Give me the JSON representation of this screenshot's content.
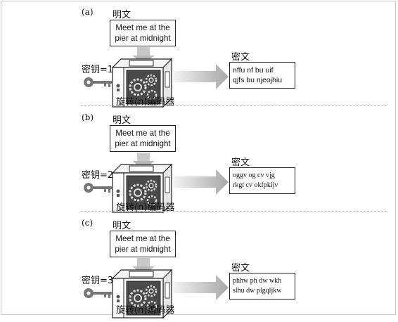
{
  "panels": [
    {
      "letter": "(a)",
      "plain_label": "明文",
      "plaintext": [
        "Meet me at the",
        "pier at midnight"
      ],
      "key_label": "密钥=1",
      "machine_label": "旋转(n)编码器",
      "cipher_label": "密文",
      "ciphertext": [
        "nffu nf bu uif",
        "qjfs bu njeojhiu"
      ]
    },
    {
      "letter": "(b)",
      "plain_label": "明文",
      "plaintext": [
        "Meet me at the",
        "pier at midnight"
      ],
      "key_label": "密钥=2",
      "machine_label": "旋转(n)编码器",
      "cipher_label": "密文",
      "ciphertext": [
        "oggv og cv vjg",
        "rkgt cv okfpkijv"
      ]
    },
    {
      "letter": "(c)",
      "plain_label": "明文",
      "plaintext": [
        "Meet me at the",
        "pier at midnight"
      ],
      "key_label": "密钥=3",
      "machine_label": "旋转(n)编码器",
      "cipher_label": "密文",
      "ciphertext": [
        "phhw ph dw wkh",
        "slhu dw plgqljkw"
      ]
    }
  ],
  "icons": {
    "machine": "gear-box-icon",
    "key": "key-icon",
    "arrow_down": "arrow-down-icon",
    "arrow_right": "arrow-right-icon"
  },
  "colors": {
    "arrow_gray": "#cfcfcf",
    "arrow_dark": "#9a9a9a",
    "box_stroke": "#222222"
  }
}
